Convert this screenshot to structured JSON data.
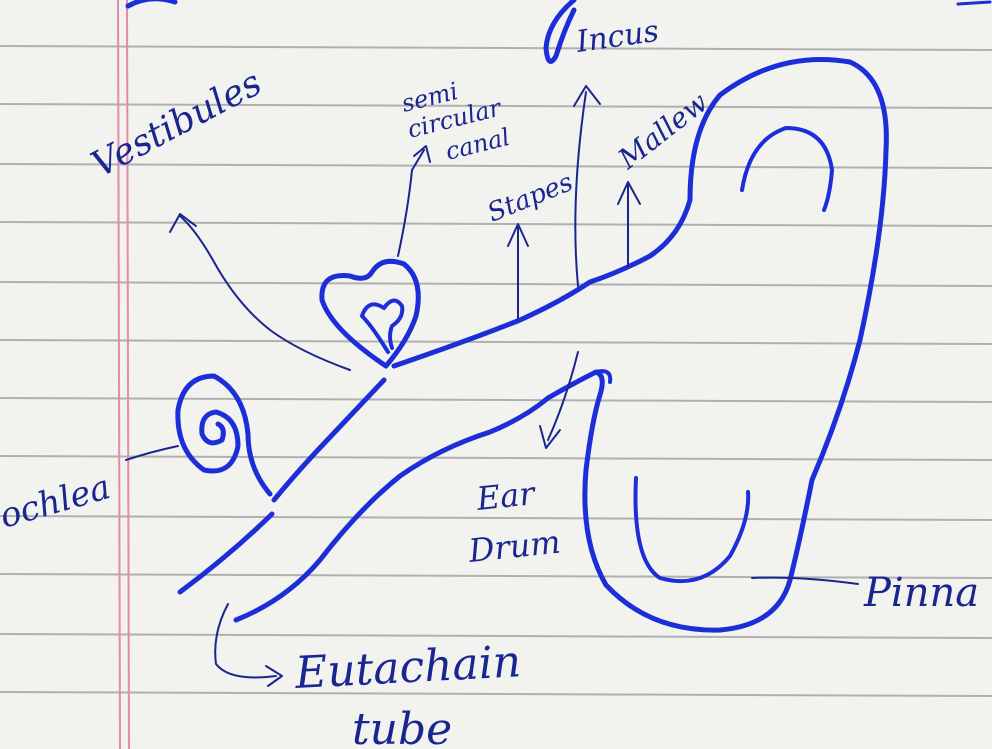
{
  "labels": {
    "incus": "Incus",
    "vestibules": "Vestibules",
    "semi_line1": "semi",
    "semi_line2": "circular",
    "semi_line3": "canal",
    "stapes": "Stapes",
    "mallew": "Mallew",
    "cochlea": "ochlea",
    "ear": "Ear",
    "drum": "Drum",
    "pinna": "Pinna",
    "eutachain": "Eutachain",
    "tube": "tube"
  },
  "colors": {
    "paper": "#f2f2ee",
    "rule_line": "#9a9a9a",
    "margin_line": "#e58aa8",
    "ear_ink": "#1c2ed8",
    "label_ink": "#1a2690"
  }
}
